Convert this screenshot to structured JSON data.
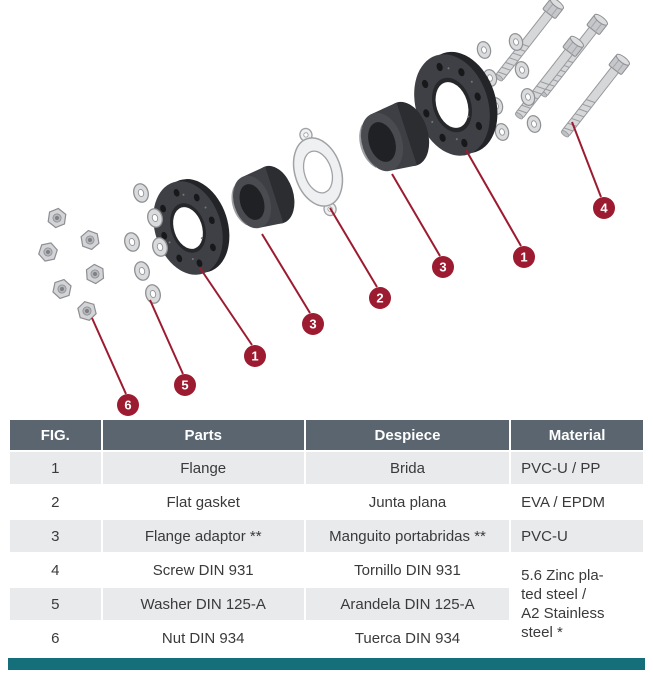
{
  "diagram": {
    "accent_color": "#9c1b30",
    "callouts": [
      {
        "id": "screws",
        "label": "4"
      },
      {
        "id": "flange-right",
        "label": "1"
      },
      {
        "id": "adaptor-right",
        "label": "3"
      },
      {
        "id": "gasket",
        "label": "2"
      },
      {
        "id": "adaptor-left",
        "label": "3"
      },
      {
        "id": "flange-left",
        "label": "1"
      },
      {
        "id": "washers",
        "label": "5"
      },
      {
        "id": "nuts",
        "label": "6"
      }
    ]
  },
  "table": {
    "headers": [
      "FIG.",
      "Parts",
      "Despiece",
      "Material"
    ],
    "rows": [
      {
        "fig": "1",
        "part": "Flange",
        "despiece": "Brida",
        "material": "PVC-U / PP"
      },
      {
        "fig": "2",
        "part": "Flat gasket",
        "despiece": "Junta plana",
        "material": "EVA / EPDM"
      },
      {
        "fig": "3",
        "part": "Flange adaptor **",
        "despiece": "Manguito portabridas **",
        "material": "PVC-U"
      },
      {
        "fig": "4",
        "part": "Screw DIN 931",
        "despiece": "Tornillo DIN 931"
      },
      {
        "fig": "5",
        "part": "Washer DIN 125-A",
        "despiece": "Arandela DIN 125-A"
      },
      {
        "fig": "6",
        "part": "Nut DIN 934",
        "despiece": "Tuerca DIN 934"
      }
    ],
    "merged_material": "5.6 Zinc pla-\nted steel /\nA2 Stainless\nsteel *",
    "colors": {
      "header_bg": "#5a6570",
      "row_alt_bg": "#e9eaec",
      "footer_bar": "#156f7b"
    }
  }
}
